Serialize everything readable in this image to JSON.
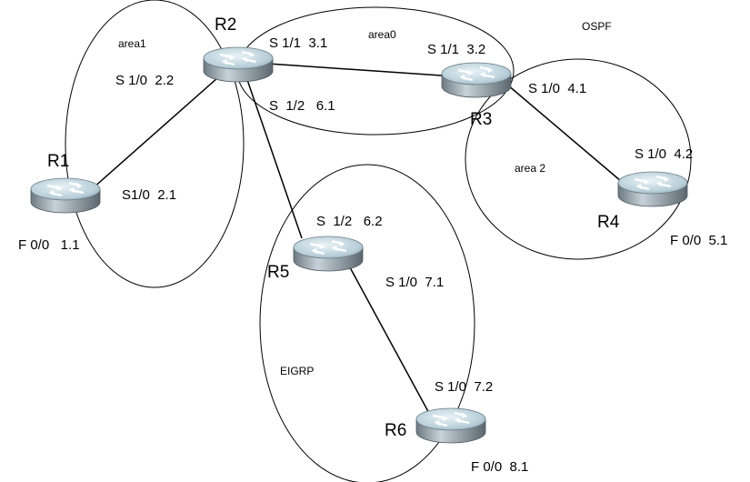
{
  "areas": {
    "area1": "area1",
    "area0": "area0",
    "area2": "area 2",
    "ospf": "OSPF",
    "eigrp": "EIGRP"
  },
  "routers": {
    "r1": "R1",
    "r2": "R2",
    "r3": "R3",
    "r4": "R4",
    "r5": "R5",
    "r6": "R6"
  },
  "interfaces": {
    "r1_s10": "S1/0  2.1",
    "r1_f00": "F 0/0   1.1",
    "r2_s10": "S 1/0  2.2",
    "r2_s11": "S 1/1  3.1",
    "r2_s12": "S  1/2   6.1",
    "r3_s11": "S 1/1  3.2",
    "r3_s10": "S 1/0  4.1",
    "r4_s10": "S 1/0  4.2",
    "r4_f00": "F 0/0  5.1",
    "r5_s12": "S  1/2   6.2",
    "r5_s10": "S 1/0  7.1",
    "r6_s10": "S 1/0  7.2",
    "r6_f00": "F 0/0  8.1"
  },
  "colors": {
    "router_top": "#cfe2ea",
    "router_body": "#9aa8b0",
    "router_dark": "#5f6b73",
    "arrow": "#ffffff",
    "line": "#000000"
  }
}
